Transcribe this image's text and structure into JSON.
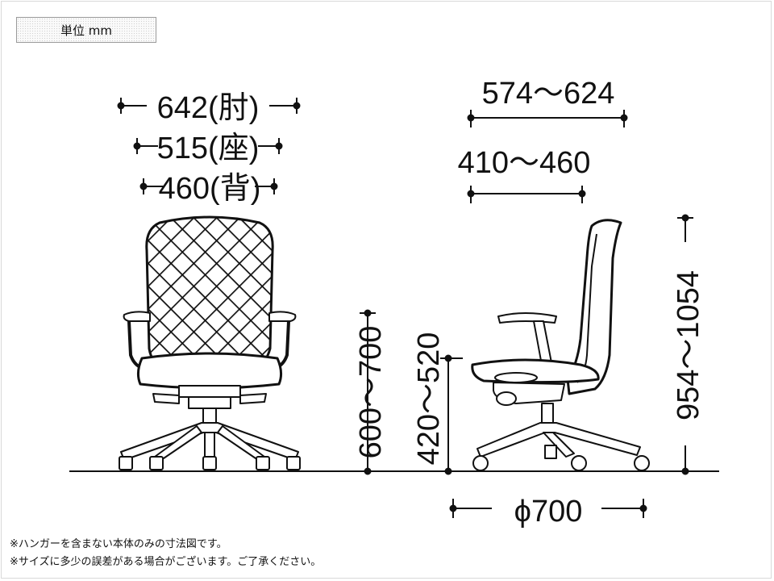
{
  "unit_label": "単位 mm",
  "dimensions": {
    "armrest_width": "642(肘)",
    "seat_width": "515(座)",
    "back_width": "460(背)",
    "depth_overall": "574～624",
    "depth_seat": "410～460",
    "armrest_height": "600～700",
    "seat_height": "420～520",
    "overall_height": "954～1054",
    "base_diameter": "ϕ700"
  },
  "notes": [
    "※ハンガーを含まない本体のみの寸法図です。",
    "※サイズに多少の誤差がある場合がございます。ご了承ください。"
  ],
  "colors": {
    "line": "#111111",
    "frame": "#d9d9d9",
    "background": "#ffffff"
  }
}
